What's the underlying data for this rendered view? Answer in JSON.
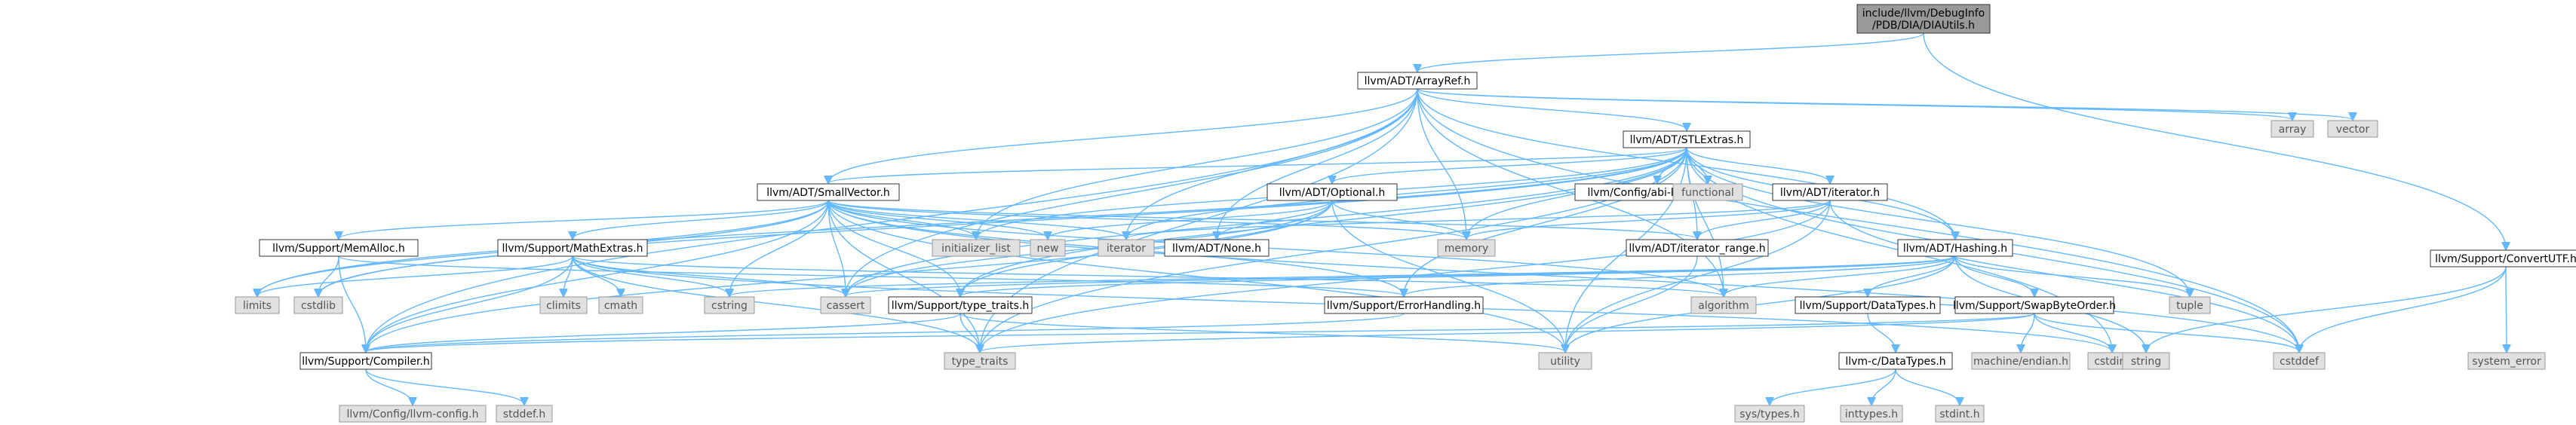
{
  "colors": {
    "edge": "#63b8ff",
    "root_fill": "#999999",
    "node_fill": "#ffffff",
    "system_fill": "#e0e0e0"
  },
  "nodes": {
    "root": "include/llvm/DebugInfo\n/PDB/DIA/DIAUtils.h",
    "arrayref": "llvm/ADT/ArrayRef.h",
    "convertutf": "llvm/Support/ConvertUTF.h",
    "stlextras": "llvm/ADT/STLExtras.h",
    "array": "array",
    "vector": "vector",
    "smallvector": "llvm/ADT/SmallVector.h",
    "optional": "llvm/ADT/Optional.h",
    "abibreaking": "llvm/Config/abi-breaking.h",
    "functional": "functional",
    "iteratorh": "llvm/ADT/iterator.h",
    "memalloc": "llvm/Support/MemAlloc.h",
    "mathextras": "llvm/Support/MathExtras.h",
    "initlist": "initializer_list",
    "new": "new",
    "iterator": "iterator",
    "noneh": "llvm/ADT/None.h",
    "memory": "memory",
    "iterrange": "llvm/ADT/iterator_range.h",
    "hashing": "llvm/ADT/Hashing.h",
    "limits": "limits",
    "cstdlib": "cstdlib",
    "climits": "climits",
    "cmath": "cmath",
    "cstring": "cstring",
    "cassert": "cassert",
    "typetraitsh": "llvm/Support/type_traits.h",
    "errorhandling": "llvm/Support/ErrorHandling.h",
    "algorithm": "algorithm",
    "tuple": "tuple",
    "datatypes": "llvm/Support/DataTypes.h",
    "swapbyte": "llvm/Support/SwapByteOrder.h",
    "compiler": "llvm/Support/Compiler.h",
    "typetraits": "type_traits",
    "utility": "utility",
    "cstdint": "cstdint",
    "string": "string",
    "cstddef": "cstddef",
    "cdatatypes": "llvm-c/DataTypes.h",
    "machineendian": "machine/endian.h",
    "systemerror": "system_error",
    "llvmconfig": "llvm/Config/llvm-config.h",
    "stddef": "stddef.h",
    "systypes": "sys/types.h",
    "inttypes": "inttypes.h",
    "stdint": "stdint.h"
  }
}
